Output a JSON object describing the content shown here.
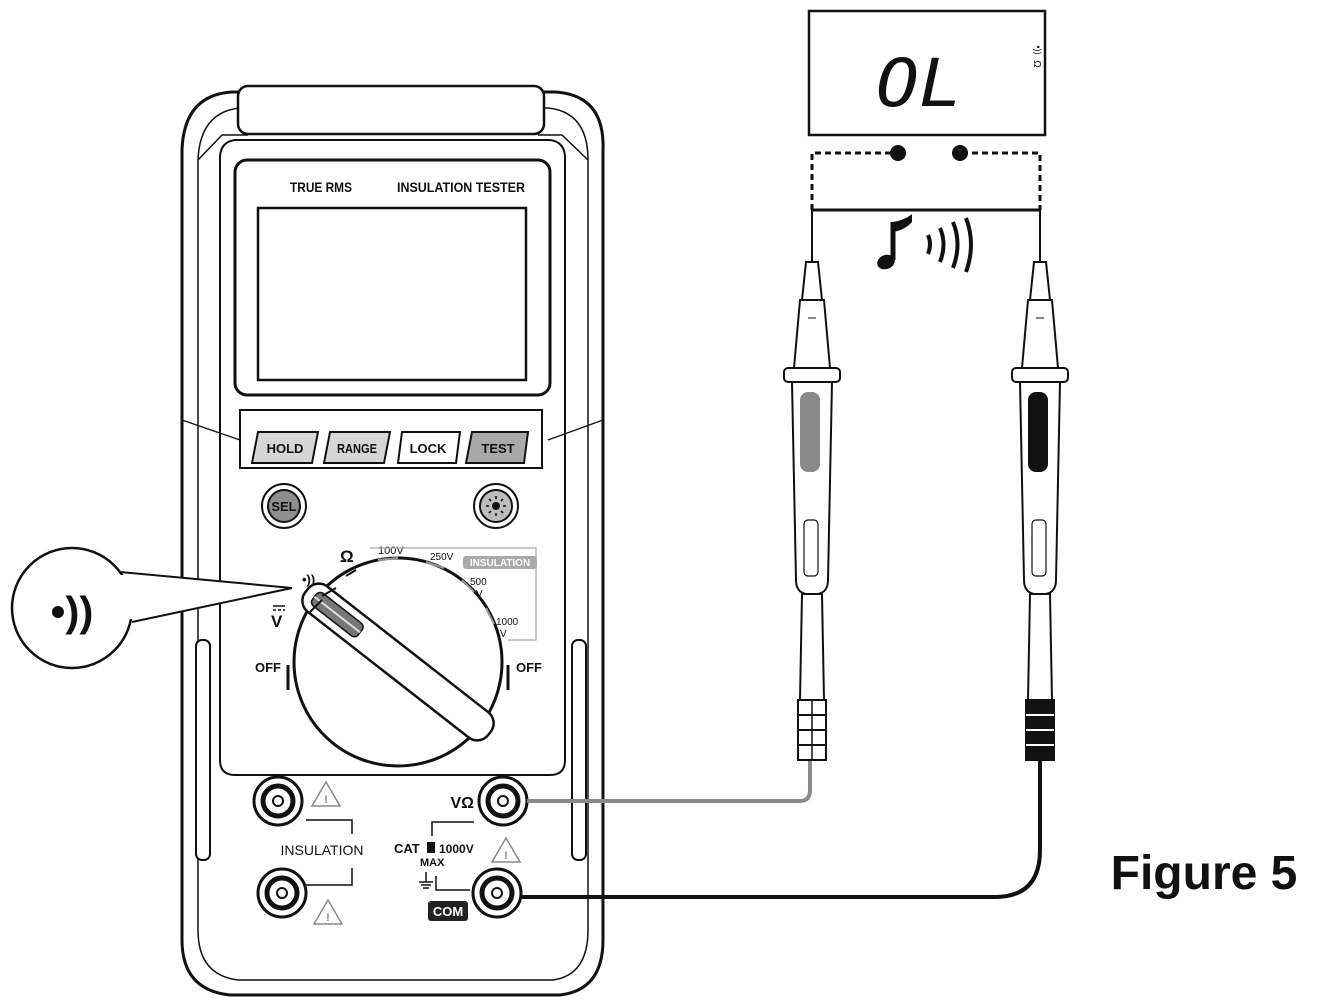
{
  "meter": {
    "brand_left": "TRUE RMS",
    "brand_right": "INSULATION TESTER",
    "buttons": [
      "HOLD",
      "RANGE",
      "LOCK",
      "TEST"
    ],
    "sel_label": "SEL",
    "backlight_icon": "sun-icon",
    "dial": {
      "continuity_symbol": "•))",
      "ohm_symbol": "Ω",
      "volt_symbol": "V",
      "off_left": "OFF",
      "off_right": "OFF",
      "v100": "100V",
      "v250": "250V",
      "insulation_tag": "INSULATION",
      "v500": "500",
      "v500_unit": "V",
      "v1000": "1000",
      "v1000_unit": "V"
    },
    "jacks": {
      "insulation_label": "INSULATION",
      "vohm_label": "VΩ",
      "cat_label": "CAT",
      "cat_rating": "1000V",
      "max_label": "MAX",
      "com_label": "COM"
    }
  },
  "callout": {
    "symbol": "•))"
  },
  "display": {
    "reading": "OL",
    "unit_symbol": "Ω",
    "beep_symbol": "•))"
  },
  "beep_icon": "music-note-icon",
  "figure_label": "Figure 5",
  "colors": {
    "ink": "#111111",
    "mid_gray": "#888888",
    "light_gray": "#c8c8c8"
  }
}
